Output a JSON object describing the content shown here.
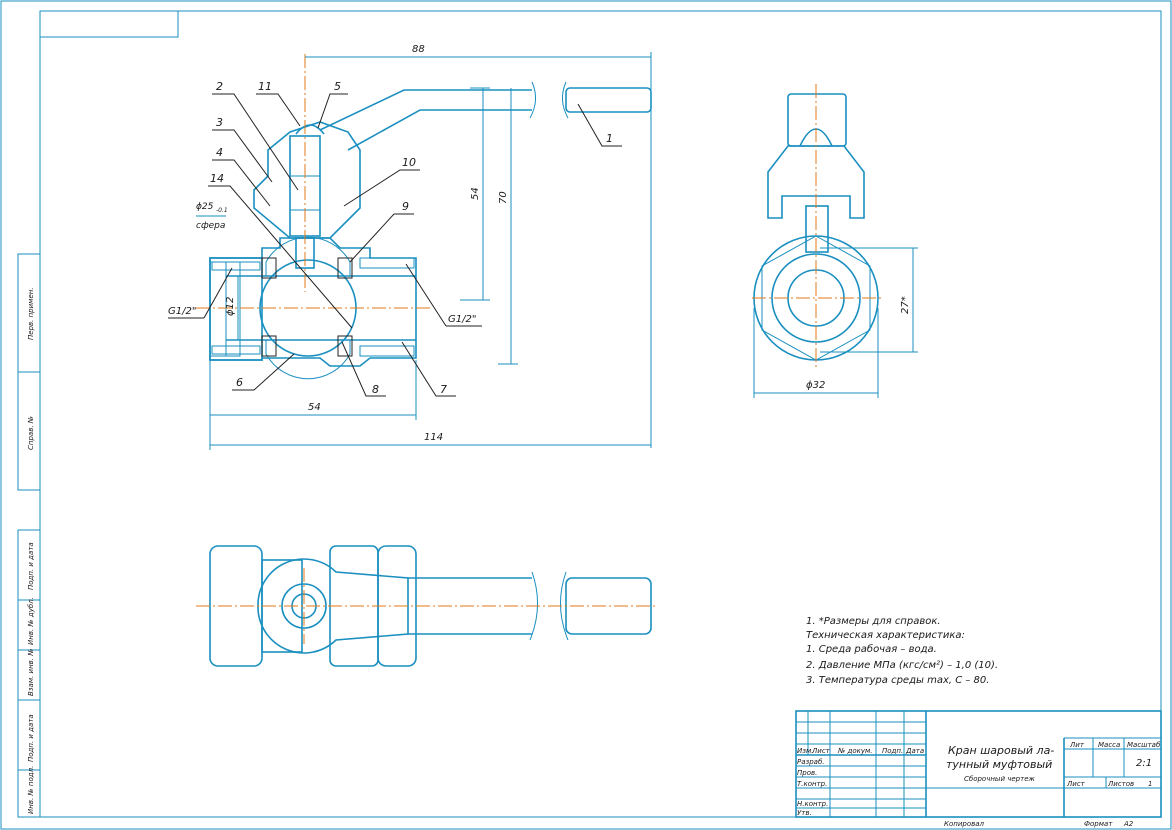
{
  "views": {
    "front": {
      "callouts": [
        "1",
        "2",
        "3",
        "4",
        "5",
        "6",
        "7",
        "8",
        "9",
        "10",
        "11",
        "14"
      ],
      "dims": {
        "top_len": "88",
        "h54": "54",
        "h70": "70",
        "bot54": "54",
        "bot114": "114",
        "phi12": "ϕ12",
        "sphere_dia": "ϕ25",
        "sphere_tol": "-0.1",
        "sphere_word": "сфера",
        "thread_left": "G1/2\"",
        "thread_right": "G1/2\""
      }
    },
    "side": {
      "dims": {
        "h27": "27*",
        "phi32": "ϕ32"
      }
    }
  },
  "notes": [
    "1.  *Размеры для справок.",
    "Техническая характеристика:",
    "1. Среда рабочая – вода.",
    "2. Давление МПа (кгс/см²) – 1,0 (10).",
    "3. Температура среды max, C – 80."
  ],
  "title_block": {
    "name_line1": "Кран шаровый ла-",
    "name_line2": "тунный муфтовый",
    "doc_type": "Сборочный чертеж",
    "lit": "Лит",
    "mass": "Масса",
    "scale": "Масштаб",
    "scale_value": "2:1",
    "sheet": "Лист",
    "sheets": "Листов",
    "sheets_value": "1",
    "row_labels": [
      "Изм.",
      "Лист",
      "№ докум.",
      "Подп.",
      "Дата"
    ],
    "roles": [
      "Разраб.",
      "Пров.",
      "Т.контр.",
      "Н.контр.",
      "Утв."
    ],
    "copied": "Копировал",
    "format": "Формат",
    "format_value": "A2"
  },
  "side_stamps": [
    "Перв. примен.",
    "Справ. №",
    "Подп. и дата",
    "Инв. № дубл.",
    "Взам. инв. №",
    "Подп. и дата",
    "Инв. № подл."
  ]
}
